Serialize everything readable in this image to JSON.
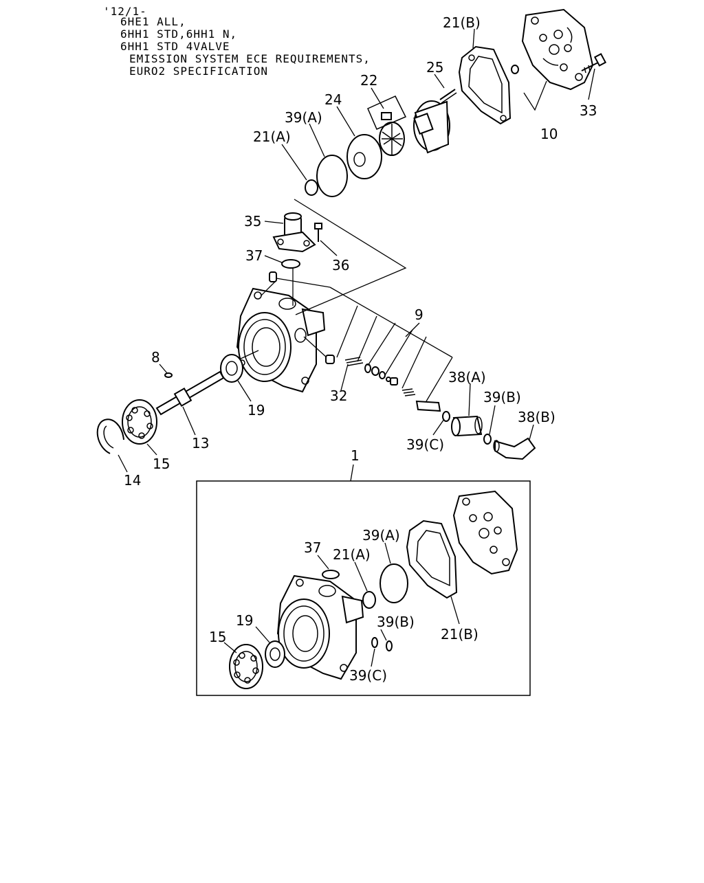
{
  "notes": [
    "'12/1-",
    "6HE1 ALL,",
    "6HH1 STD,6HH1 N,",
    "6HH1 STD 4VALVE",
    "EMISSION SYSTEM ECE REQUIREMENTS,",
    "EURO2 SPECIFICATION"
  ],
  "callouts": {
    "p21b": "21(B)",
    "p25": "25",
    "p22": "22",
    "p24": "24",
    "p39a": "39(A)",
    "p21a": "21(A)",
    "p33": "33",
    "p10": "10",
    "p35": "35",
    "p36": "36",
    "p37": "37",
    "p9": "9",
    "p8": "8",
    "p32": "32",
    "p38a": "38(A)",
    "p39b": "39(B)",
    "p38b": "38(B)",
    "p19": "19",
    "p13": "13",
    "p39c": "39(C)",
    "p15": "15",
    "p14": "14",
    "p1": "1"
  },
  "kit_callouts": {
    "p37": "37",
    "p21a": "21(A)",
    "p39a": "39(A)",
    "p19": "19",
    "p15": "15",
    "p39b": "39(B)",
    "p39c": "39(C)",
    "p21b": "21(B)"
  }
}
